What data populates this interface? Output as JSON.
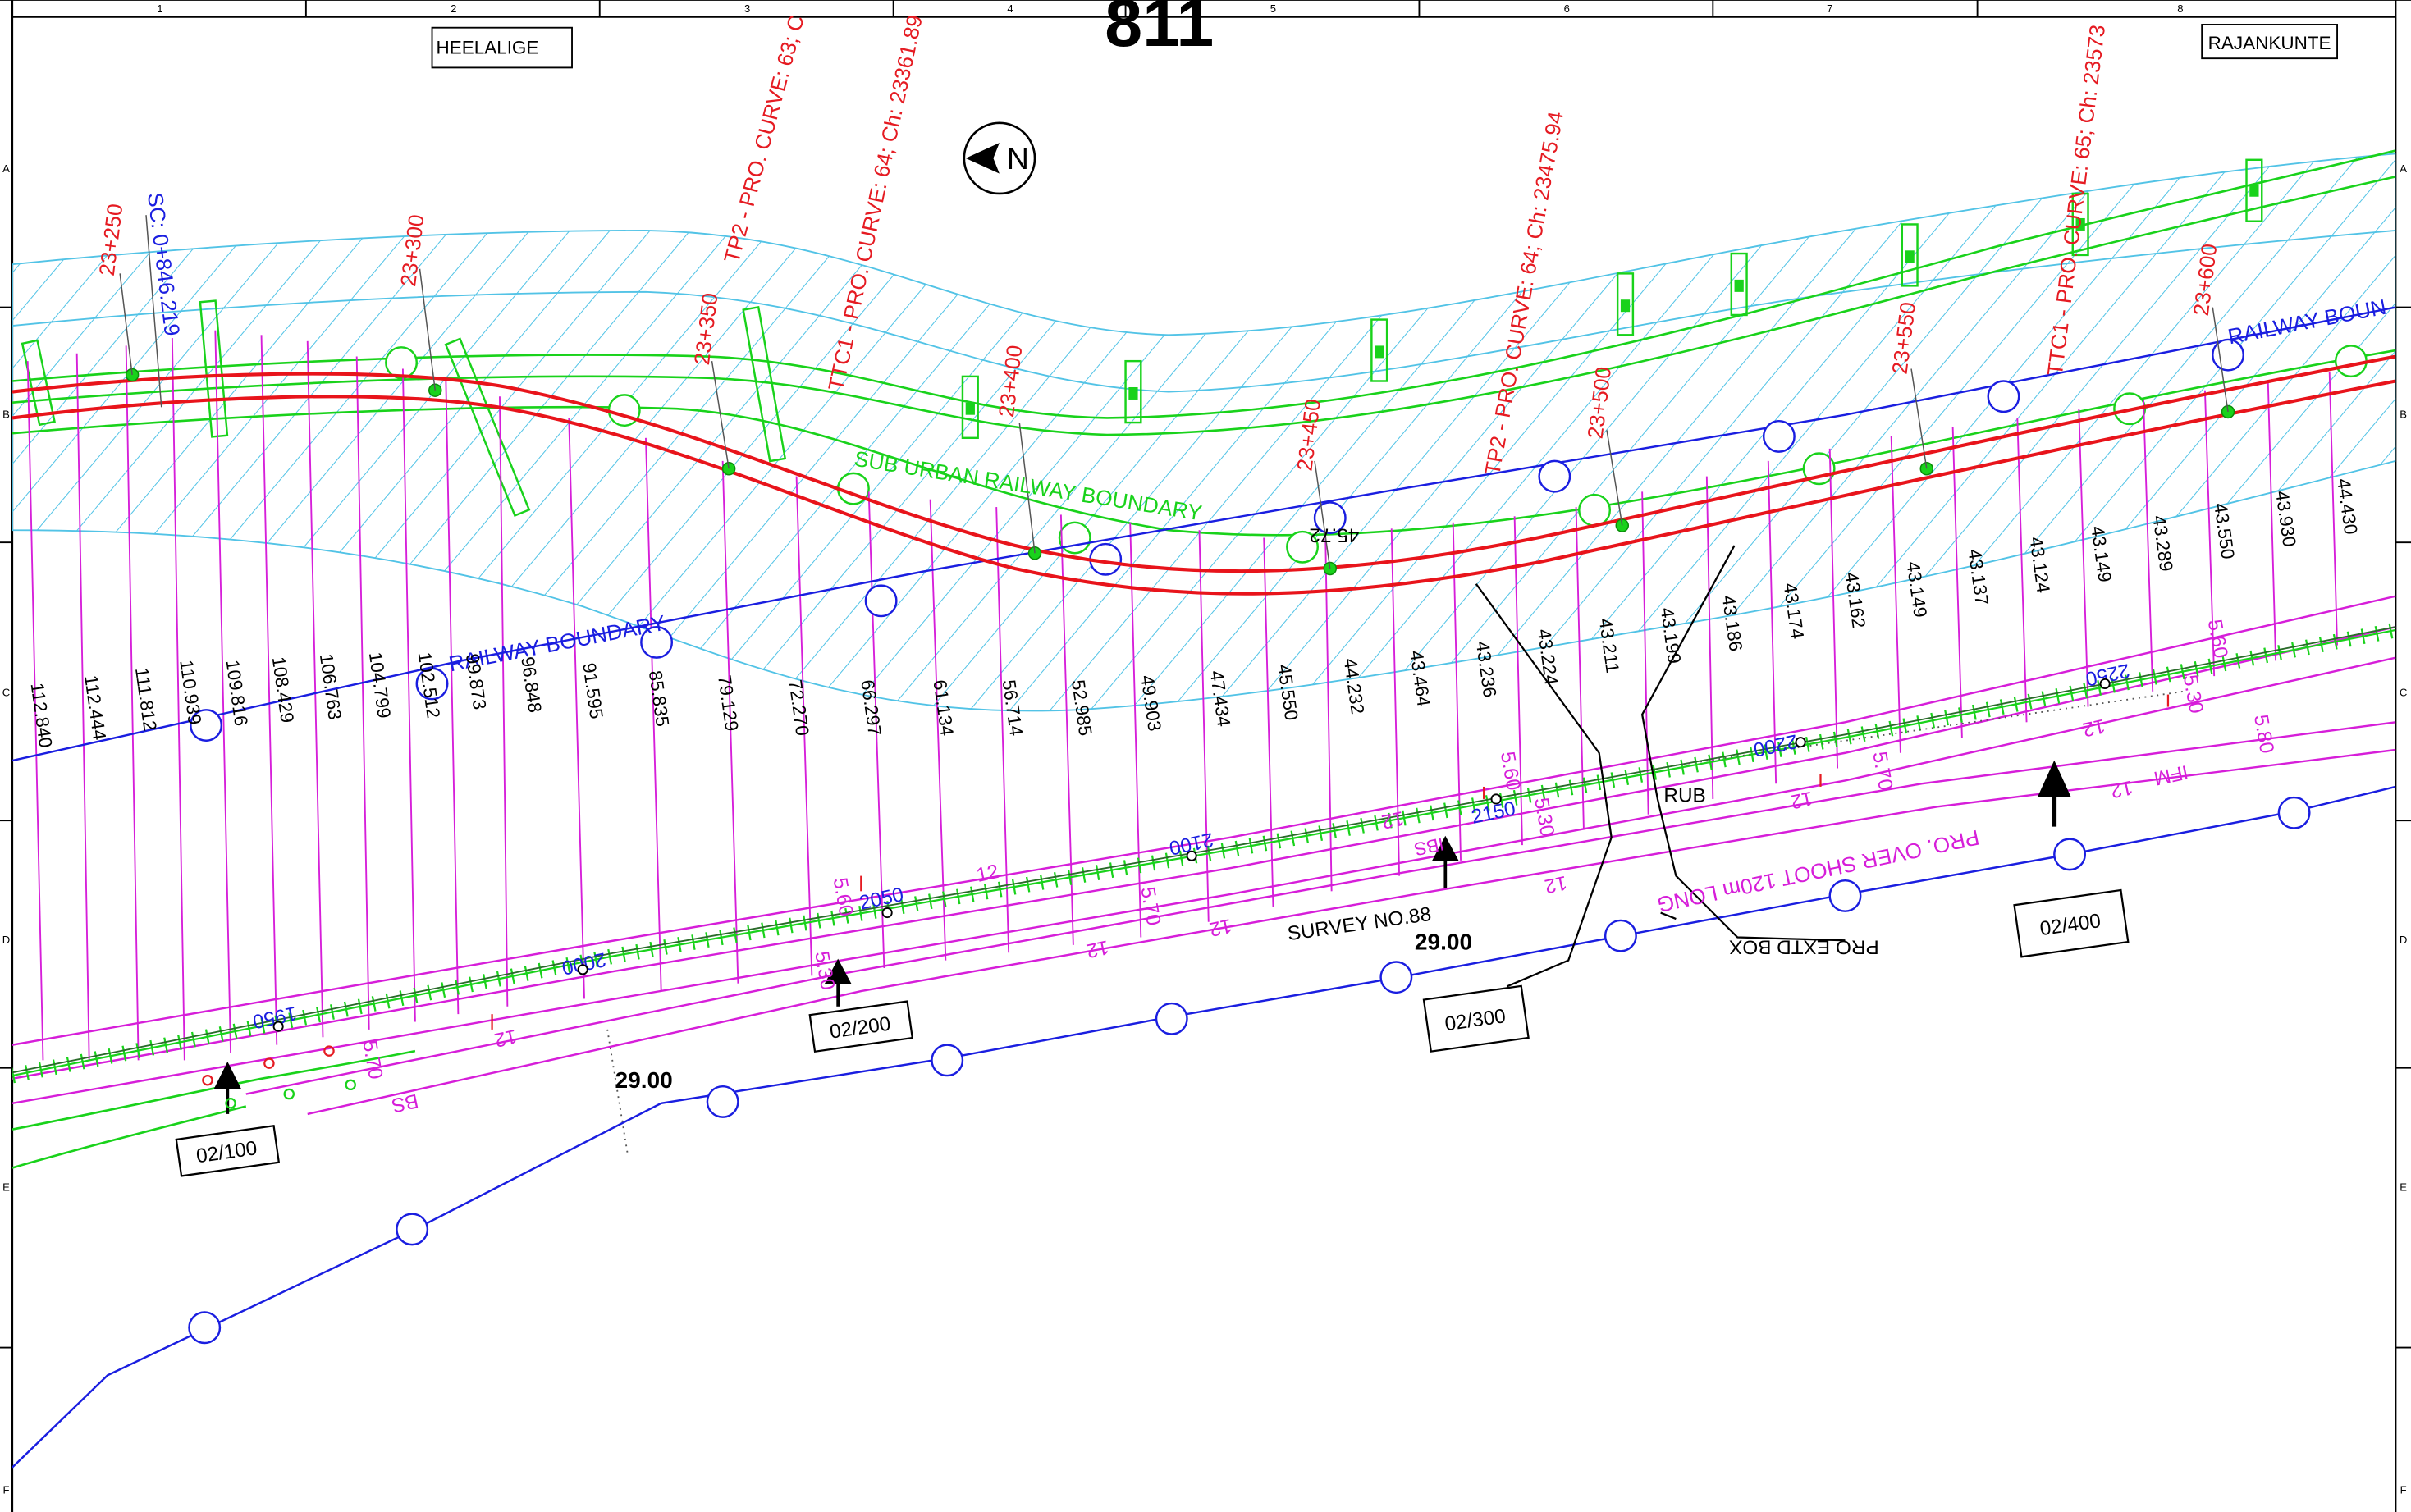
{
  "sheet": {
    "number": "811",
    "grid_columns": [
      "1",
      "2",
      "3",
      "4",
      "5",
      "6",
      "7",
      "8"
    ],
    "grid_rows": [
      "A",
      "B",
      "C",
      "D",
      "E",
      "F"
    ]
  },
  "stations": {
    "left_name": "HEELALIGE",
    "right_name": "RAJANKUNTE"
  },
  "north_arrow": {
    "label": "N"
  },
  "chainages": [
    "23+250",
    "23+300",
    "23+350",
    "23+400",
    "23+450",
    "23+500",
    "23+550",
    "23+600"
  ],
  "curve_labels": {
    "sc": "SC: 0+846.219",
    "tp2_63": "TP2 - PRO. CURVE: 63; C",
    "ttc1_64": "TTC1 - PRO. CURVE: 64; Ch: 23361.89",
    "tp2_64": "TP2 - PRO. CURVE: 64; Ch: 23475.94",
    "ttc1_65": "TTC1 - PRO. CURVE: 65; Ch: 23573"
  },
  "boundary_labels": {
    "sub_urban": "SUB URBAN RAILWAY BOUNDARY",
    "railway_left": "RAILWAY BOUNDARY",
    "railway_right": "RAILWAY BOUN"
  },
  "offsets": [
    "112.840",
    "112.444",
    "111.812",
    "110.939",
    "109.816",
    "108.429",
    "106.763",
    "104.799",
    "102.512",
    "99.873",
    "96.848",
    "91.595",
    "85.835",
    "79.129",
    "72.270",
    "66.297",
    "61.134",
    "56.714",
    "52.985",
    "49.903",
    "47.434",
    "45.550",
    "44.232",
    "43.464",
    "43.236",
    "43.224",
    "43.211",
    "43.199",
    "43.186",
    "43.174",
    "43.162",
    "43.149",
    "43.137",
    "43.124",
    "43.149",
    "43.289",
    "43.550",
    "43.930",
    "44.430"
  ],
  "track_chainages": [
    "1950",
    "2000",
    "2050",
    "2100",
    "2150",
    "2200",
    "2250"
  ],
  "structures": {
    "rub": "RUB",
    "pro_extd_box": "PRO EXTD BOX",
    "overshoot": "PRO. OVER SHOOT 120m LONG",
    "survey": "SURVEY NO.88",
    "ifm": "IFM",
    "bs": "BS",
    "ibs": "IBS"
  },
  "levels": [
    "29.00",
    "29.00"
  ],
  "small_values": [
    "12",
    "5.70",
    "5.60",
    "5.30",
    "5.80",
    "45.72"
  ],
  "mast_tags": [
    "02/100",
    "02/200",
    "02/300",
    "02/400"
  ],
  "colors": {
    "alignment": "#e8141b",
    "green": "#19d21b",
    "blue": "#1a1ee0",
    "cyan": "#52c3e6",
    "magenta": "#d61ed9",
    "label_red": "#e51b22"
  }
}
